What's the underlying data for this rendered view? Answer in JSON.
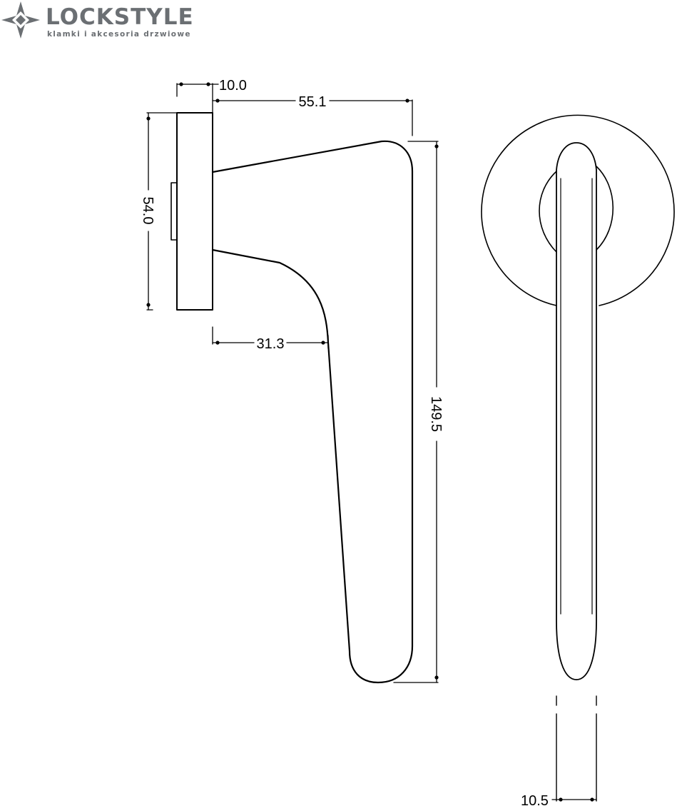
{
  "brand": {
    "name": "LOCKSTYLE",
    "tagline": "klamki i akcesoria drzwiowe",
    "colors": {
      "logo_mark": "#6b6f73",
      "logo_text": "#6b6f73",
      "line": "#000000",
      "background": "#ffffff"
    }
  },
  "dimensions": {
    "rose_thickness": "10.0",
    "handle_projection": "55.1",
    "rose_height": "54.0",
    "neck_offset": "31.3",
    "handle_length": "149.5",
    "lever_width": "10.5"
  }
}
